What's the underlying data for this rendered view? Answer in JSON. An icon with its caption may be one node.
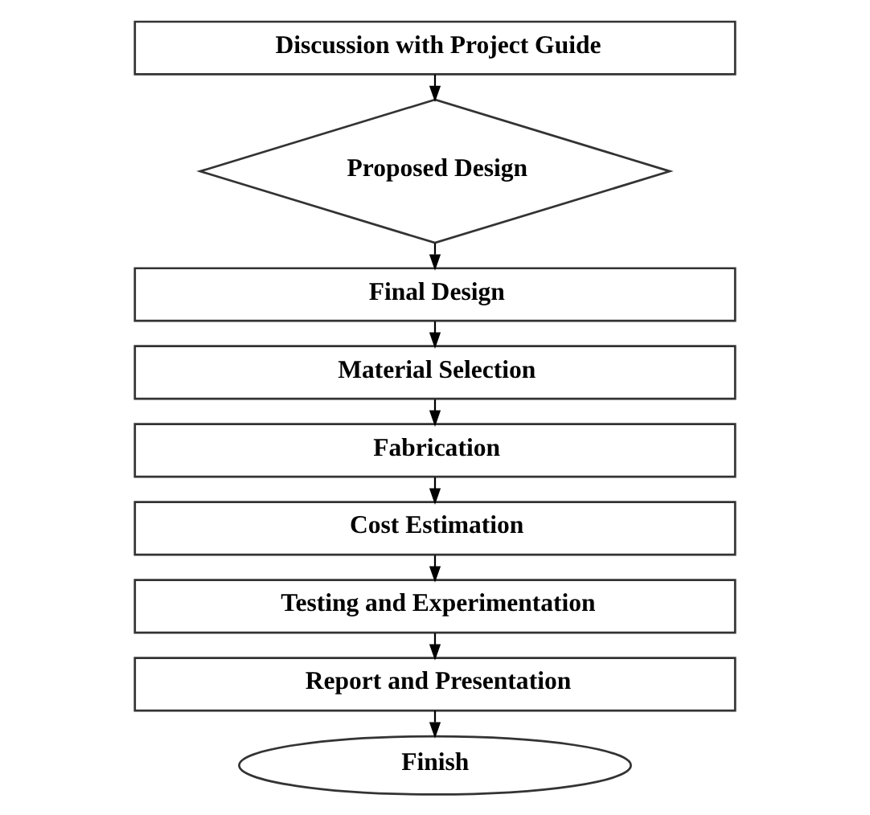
{
  "diagram": {
    "nodes": [
      {
        "text": [
          "Discussion with Project Guide"
        ]
      },
      {
        "text": [
          "Proposed Design"
        ]
      },
      {
        "text": [
          "Final Design"
        ]
      },
      {
        "text": [
          "Material Selection"
        ]
      },
      {
        "text": [
          "Fabrication"
        ]
      },
      {
        "text": [
          "Cost Estimation"
        ]
      },
      {
        "text": [
          "Testing and Experimentation"
        ]
      },
      {
        "text": [
          "Report and Presentation"
        ]
      },
      {
        "text": [
          "Finish"
        ]
      }
    ],
    "edges": [
      {
        "from": 0,
        "to": 1,
        "arrow": "to"
      },
      {
        "from": 1,
        "to": 2,
        "arrow": "to"
      },
      {
        "from": 2,
        "to": 3,
        "arrow": "to"
      },
      {
        "from": 3,
        "to": 4,
        "arrow": "to"
      },
      {
        "from": 4,
        "to": 5,
        "arrow": "to"
      },
      {
        "from": 5,
        "to": 6,
        "arrow": "to"
      },
      {
        "from": 6,
        "to": 7,
        "arrow": "to"
      },
      {
        "from": 7,
        "to": 8,
        "arrow": "to"
      }
    ]
  }
}
